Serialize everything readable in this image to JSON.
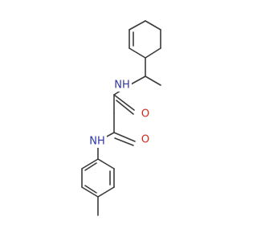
{
  "molecule": {
    "atom_labels": {
      "nh_top": "NH",
      "o_top": "O",
      "o_bottom": "O",
      "nh_bottom": "NH"
    },
    "colors": {
      "nitrogen": "#2d36a3",
      "oxygen": "#d9261c",
      "bond": "#3a3a3a",
      "background": "#ffffff"
    }
  }
}
